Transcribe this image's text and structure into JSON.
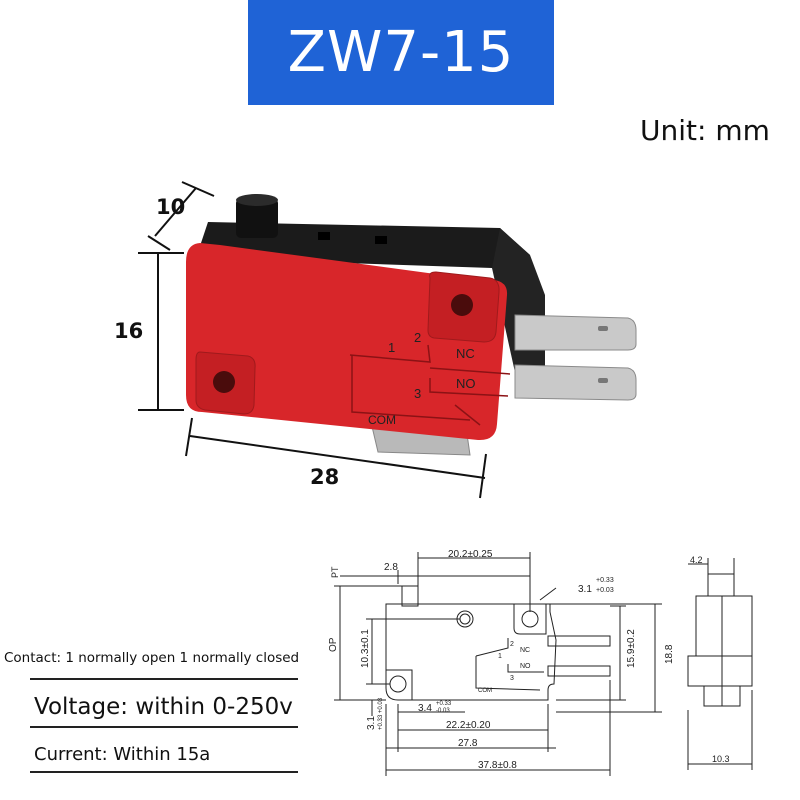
{
  "header": {
    "title": "ZW7-15"
  },
  "unit_label": "Unit: mm",
  "photo": {
    "dims": {
      "depth": "10",
      "height": "16",
      "length": "28"
    },
    "body_markings": {
      "n1": "1",
      "n2": "2",
      "n3": "3",
      "nc": "NC",
      "no": "NO",
      "com": "COM"
    }
  },
  "specs": {
    "contact": "Contact: 1 normally open 1 normally closed",
    "voltage": "Voltage: within 0-250v",
    "current_label": "Current:",
    "current_value": "Within 15a"
  },
  "drawing": {
    "pt": "PT",
    "op": "OP",
    "d_2_8": "2.8",
    "d_20_2": "20.2±0.25",
    "d_hole": "3.1",
    "d_hole_tol_up": "+0.33",
    "d_hole_tol_dn": "+0.03",
    "d_10_3": "10.3±0.1",
    "d_15_9": "15.9±0.2",
    "d_18_8": "18.8",
    "d_3_1": "3.1",
    "d_3_1_tol": "+0.33 +0.03",
    "d_3_4": "3.4",
    "d_3_4_tol_up": "+0.33",
    "d_3_4_tol_dn": "-0.03",
    "d_22_2": "22.2±0.20",
    "d_27_8": "27.8",
    "d_37_8": "37.8±0.8",
    "d_4_2": "4.2",
    "d_10_3_side": "10.3",
    "nc": "NC",
    "no": "NO",
    "com": "COM",
    "n1": "1",
    "n2": "2",
    "n3": "3"
  },
  "colors": {
    "banner": "#1f63d6",
    "body_red": "#d8262a",
    "body_black": "#1b1b1b",
    "terminal": "#c9c9c9"
  }
}
